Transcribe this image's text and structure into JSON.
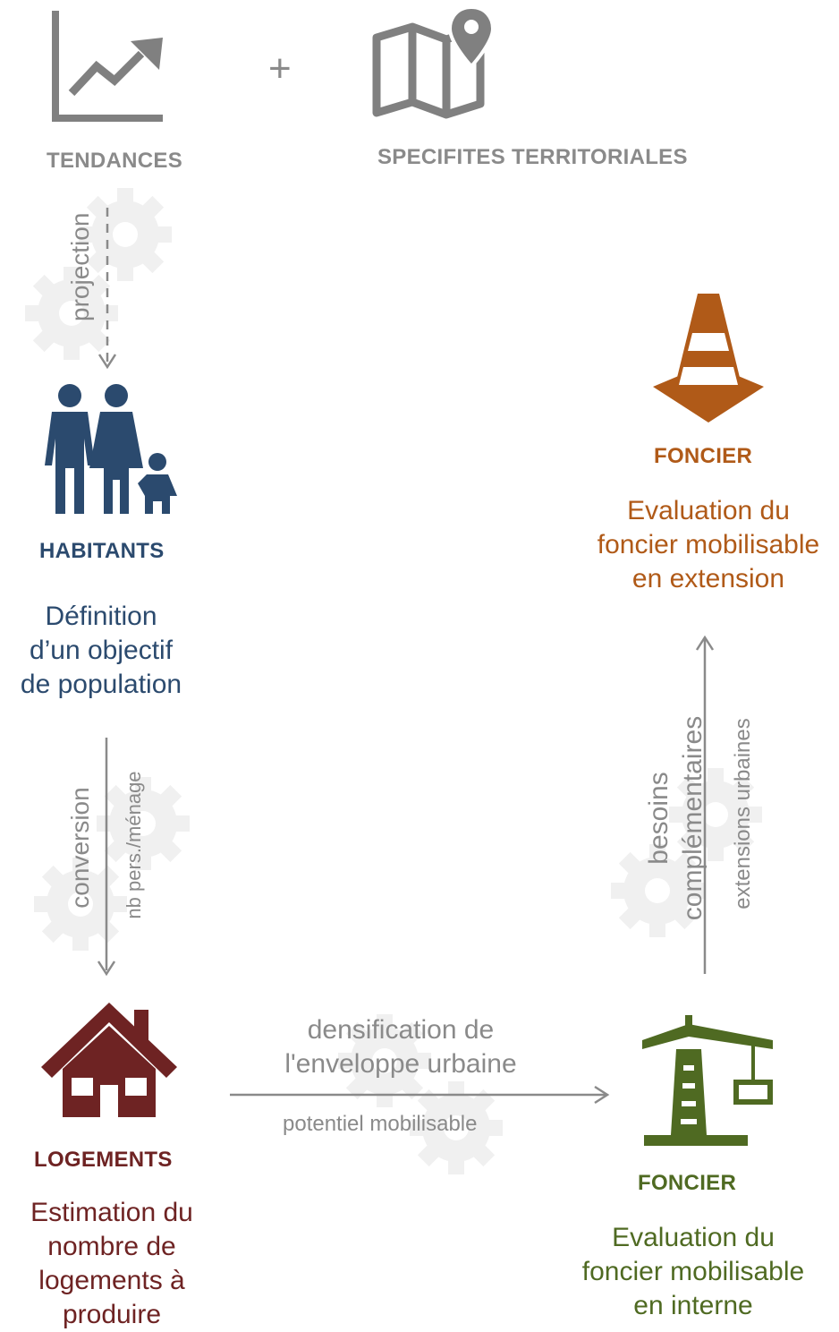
{
  "top": {
    "tendances": "TENDANCES",
    "plus": "+",
    "specifites": "SPECIFITES TERRITORIALES"
  },
  "habitants": {
    "title": "HABITANTS",
    "desc_lines": [
      "Définition",
      "d’un objectif",
      "de population"
    ]
  },
  "logements": {
    "title": "LOGEMENTS",
    "desc_lines": [
      "Estimation du",
      "nombre de",
      "logements à",
      "produire"
    ]
  },
  "foncier_extension": {
    "title": "FONCIER",
    "desc_lines": [
      "Evaluation du",
      "foncier mobilisable",
      "en extension"
    ]
  },
  "foncier_interne": {
    "title": "FONCIER",
    "desc_lines": [
      "Evaluation du",
      "foncier mobilisable",
      "en interne"
    ]
  },
  "arrows": {
    "projection": "projection",
    "conversion": "conversion",
    "nb_pers": "nb pers./ménage",
    "densification_lines": [
      "densification de",
      "l'enveloppe urbaine"
    ],
    "potentiel": "potentiel mobilisable",
    "besoins_lines": [
      "besoins",
      "complémentaires"
    ],
    "extensions": "extensions urbaines"
  },
  "colors": {
    "grey": "#8a8a8a",
    "icon_grey": "#808080",
    "habitants": "#2b4a6e",
    "logements": "#6e2323",
    "extension": "#b05a18",
    "interne": "#4f6a22",
    "gear": "#f0f0f0"
  },
  "icons": [
    "trend-chart-icon",
    "map-pin-icon",
    "family-icon",
    "house-icon",
    "traffic-cone-icon",
    "crane-icon",
    "gear-icon"
  ]
}
